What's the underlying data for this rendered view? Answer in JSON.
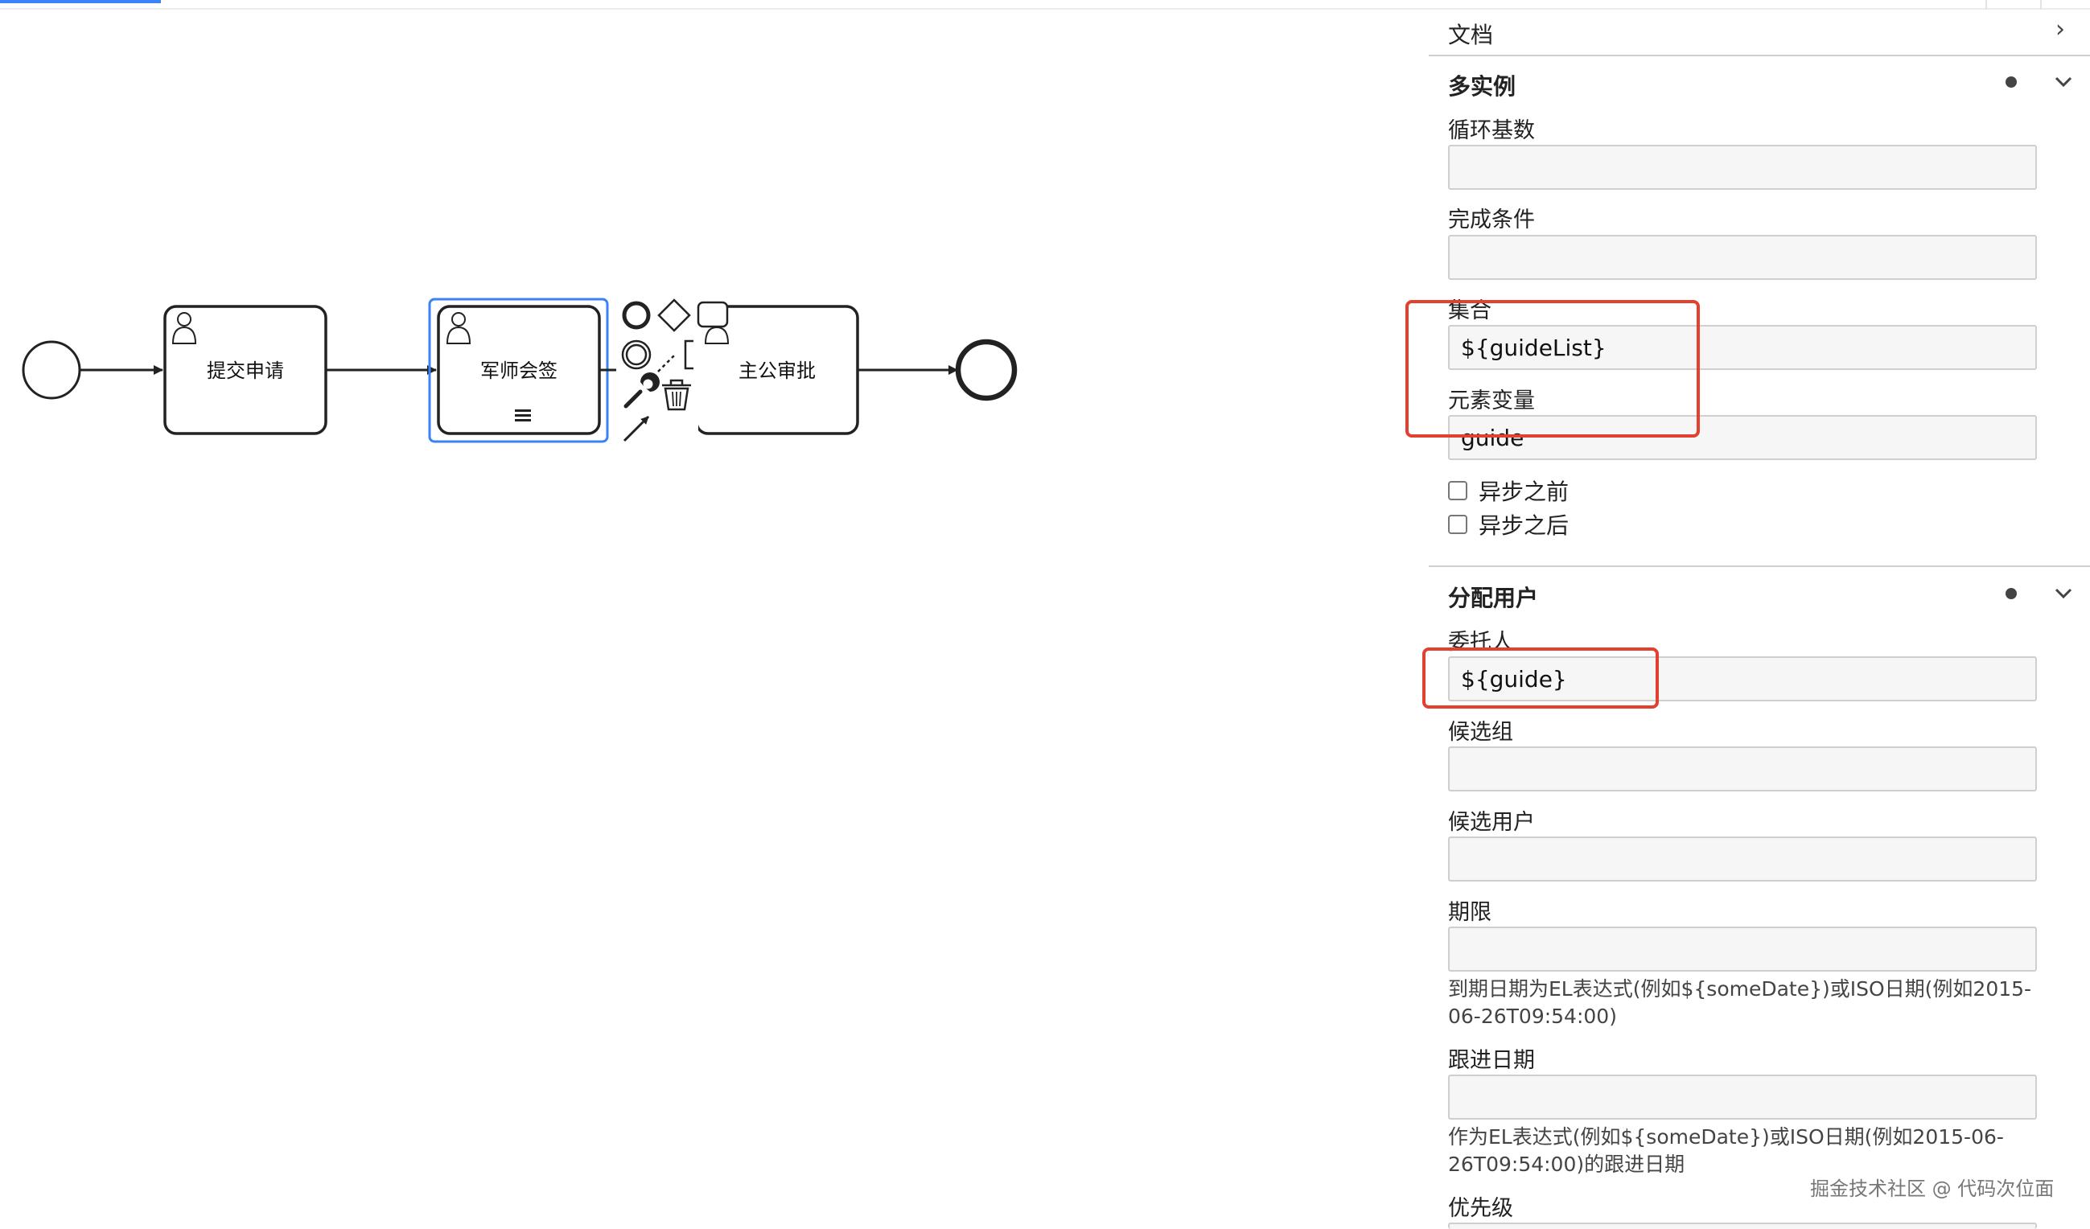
{
  "canvas": {
    "tasks": [
      {
        "label": "提交申请"
      },
      {
        "label": "军师会签"
      },
      {
        "label": "主公审批"
      }
    ]
  },
  "panel": {
    "documentation": {
      "title": "文档"
    },
    "multi_instance": {
      "title": "多实例",
      "loop_cardinality": {
        "label": "循环基数",
        "value": ""
      },
      "completion_condition": {
        "label": "完成条件",
        "value": ""
      },
      "collection": {
        "label": "集合",
        "value": "${guideList}"
      },
      "element_variable": {
        "label": "元素变量",
        "value": "guide"
      },
      "async_before": {
        "label": "异步之前"
      },
      "async_after": {
        "label": "异步之后"
      }
    },
    "assignment": {
      "title": "分配用户",
      "assignee": {
        "label": "委托人",
        "value": "${guide}"
      },
      "candidate_groups": {
        "label": "候选组",
        "value": ""
      },
      "candidate_users": {
        "label": "候选用户",
        "value": ""
      },
      "due_date": {
        "label": "期限",
        "value": "",
        "hint": "到期日期为EL表达式(例如${someDate})或ISO日期(例如2015-06-26T09:54:00)"
      },
      "follow_up_date": {
        "label": "跟进日期",
        "value": "",
        "hint": "作为EL表达式(例如${someDate})或ISO日期(例如2015-06-26T09:54:00)的跟进日期"
      },
      "priority": {
        "label": "优先级"
      }
    }
  },
  "watermark": "掘金技术社区 @ 代码次位面",
  "colors": {
    "selection": "#3b82f6",
    "highlight": "#e2412f",
    "stroke": "#222222"
  }
}
